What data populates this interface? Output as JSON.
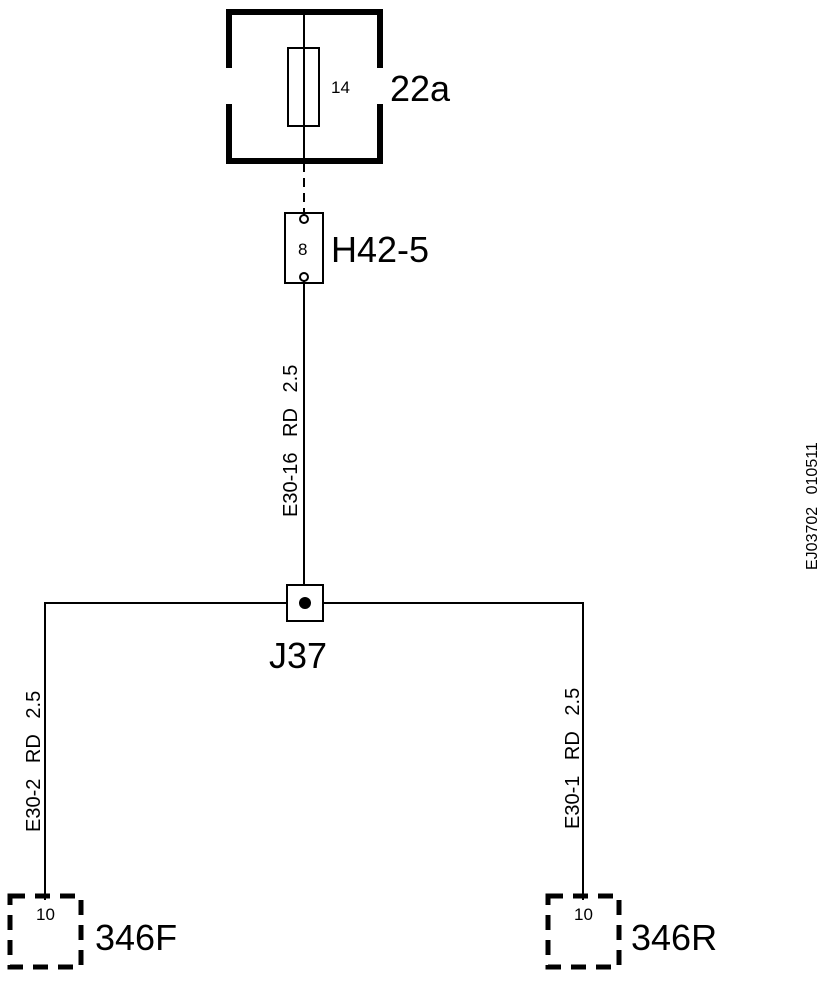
{
  "fuse_box": {
    "label": "22a",
    "fuse_number": "14"
  },
  "connector_h42": {
    "label": "H42-5",
    "pin": "8"
  },
  "wire_main": {
    "id": "E30-16",
    "color": "RD",
    "size": "2.5"
  },
  "junction": {
    "label": "J37"
  },
  "wire_left": {
    "id": "E30-2",
    "color": "RD",
    "size": "2.5"
  },
  "wire_right": {
    "id": "E30-1",
    "color": "RD",
    "size": "2.5"
  },
  "connector_left": {
    "label": "346F",
    "pin": "10"
  },
  "connector_right": {
    "label": "346R",
    "pin": "10"
  },
  "drawing_ref": {
    "code": "EJ03702",
    "date": "010511"
  }
}
